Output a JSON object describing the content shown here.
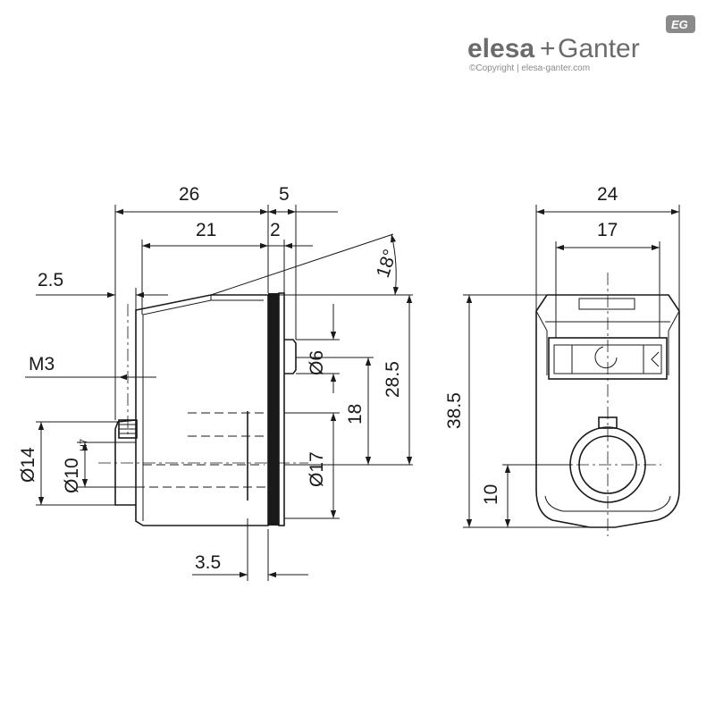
{
  "brand": {
    "logo_mark": "EG",
    "name_left": "elesa",
    "name_plus": "+",
    "name_right": "Ganter",
    "copyright": "©Copyright | elesa-ganter.com"
  },
  "dimensions": {
    "d26": "26",
    "d5": "5",
    "d21": "21",
    "d2": "2",
    "d2_5": "2.5",
    "angle18": "18°",
    "m3": "M3",
    "dia6": "Ø6",
    "d28_5": "28.5",
    "d18": "18",
    "dia14": "Ø14",
    "dia10": "Ø10",
    "h7": "H7",
    "dia17": "Ø17",
    "d3_5": "3.5",
    "d24": "24",
    "d17": "17",
    "d38_5": "38.5",
    "d10": "10"
  },
  "colors": {
    "line": "#1a1a1a",
    "brand_gray": "#6b6b6b"
  }
}
